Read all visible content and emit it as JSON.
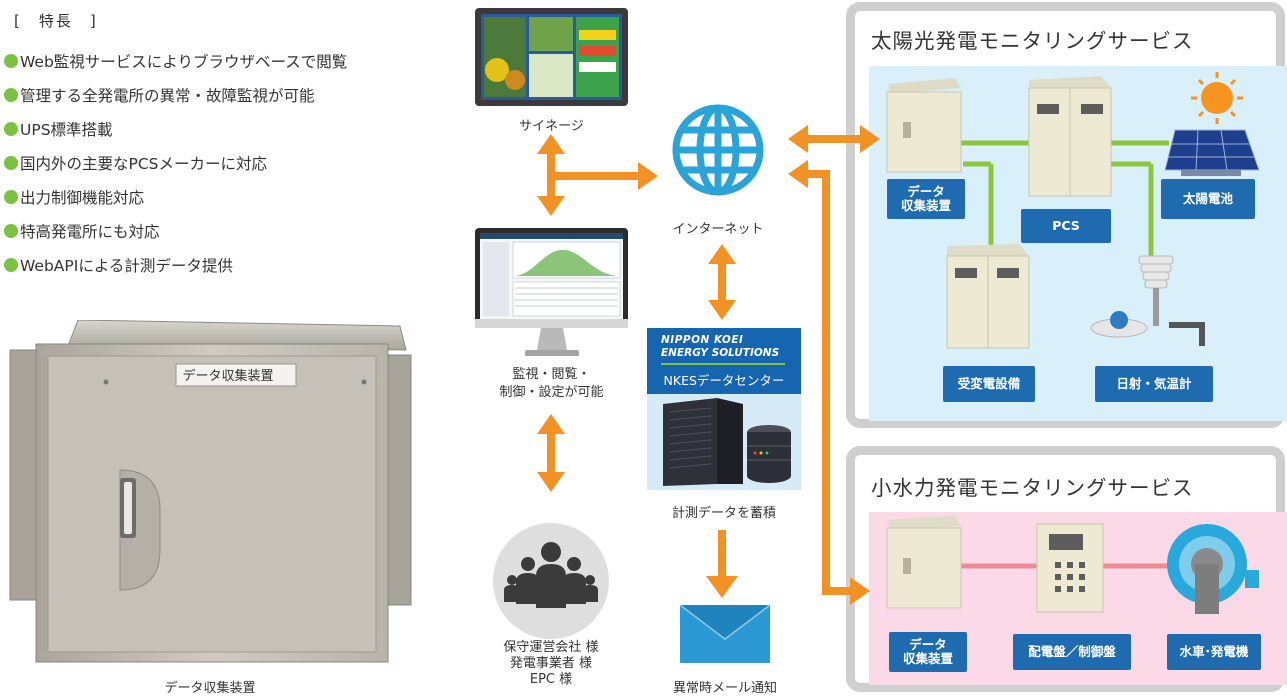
{
  "features": {
    "heading": "[　特長　]",
    "items": [
      "Web監視サービスによりブラウザベースで閲覧",
      "管理する全発電所の異常・故障監視が可能",
      "UPS標準搭載",
      "国内外の主要なPCSメーカーに対応",
      "出力制御機能対応",
      "特高発電所にも対応",
      "WebAPIによる計測データ提供"
    ]
  },
  "cabinet": {
    "plate_text": "データ収集装置",
    "caption": "データ収集装置"
  },
  "middle": {
    "signage_label": "サイネージ",
    "monitor_label_line1": "監視・閲覧・",
    "monitor_label_line2": "制御・設定が可能",
    "users_line1": "保守運営会社 様",
    "users_line2": "発電事業者 様",
    "users_line3": "EPC 様",
    "internet_label": "インターネット",
    "brand_line1": "NIPPON KOEI",
    "brand_line2": "ENERGY SOLUTIONS",
    "datacenter_label": "NKESデータセンター",
    "store_label": "計測データを蓄積",
    "mail_label": "異常時メール通知"
  },
  "solar": {
    "title": "太陽光発電モニタリングサービス",
    "collector": "データ\n収集装置",
    "pcs": "PCS",
    "battery": "太陽電池",
    "substation": "受変電設備",
    "weather": "日射・気温計"
  },
  "hydro": {
    "title": "小水力発電モニタリングサービス",
    "collector": "データ\n収集装置",
    "panel": "配電盤／制御盤",
    "turbine": "水車･発電機"
  },
  "colors": {
    "accent_orange": "#f39224",
    "bullet_green": "#7cc242",
    "label_blue": "#1e6bb0",
    "globe_blue": "#2aa3d9",
    "solar_bg": "#d9f0fa",
    "hydro_bg": "#fbd9e6"
  }
}
